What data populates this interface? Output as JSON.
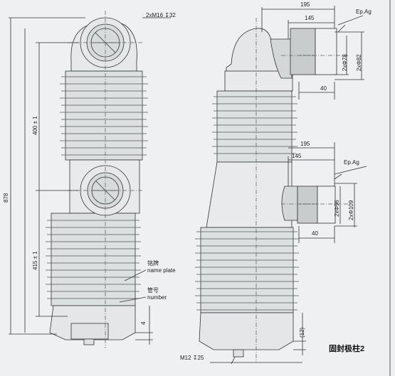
{
  "left_view": {
    "thread_top": "2xM16 ↧32",
    "dim_total": "878",
    "dim_upper": "400 ± 1",
    "dim_lower": "415 ± 1",
    "nameplate_cn": "铭牌",
    "nameplate_en": "name plate",
    "number_cn": "管号",
    "number_en": "number",
    "dim_base": "4"
  },
  "right_view": {
    "top": {
      "dim_195": "195",
      "dim_145": "145",
      "ep": "Ep.Ag",
      "dia_78": "2xΦ78",
      "dia_82": "2xΦ82",
      "dim_40": "40"
    },
    "middle": {
      "dim_195": "195",
      "dim_145": "145",
      "ep": "Ep.Ag",
      "dia_96": "2xΦ96",
      "dia_109": "2xΦ109",
      "dim_40": "40"
    },
    "dim_12": "(12)",
    "thread_bottom": "M12 ↧25"
  },
  "caption": "固封极柱2"
}
